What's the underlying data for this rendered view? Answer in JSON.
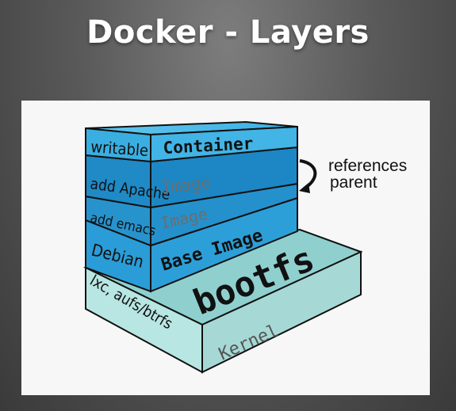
{
  "slide": {
    "title": "Docker - Layers"
  },
  "diagram": {
    "layers": [
      {
        "side_label": "writable",
        "front_label": "Container"
      },
      {
        "side_label": "add Apache",
        "front_label": "Image"
      },
      {
        "side_label": "add emacs",
        "front_label": "Image"
      },
      {
        "side_label": "Debian",
        "front_label": "Base Image"
      }
    ],
    "base": {
      "side_label": "lxc, aufs/btrfs",
      "top_label": "bootfs",
      "front_label": "Kernel"
    },
    "annotation": {
      "line1": "references",
      "line2": "parent"
    },
    "colors": {
      "container": "#3aaee0",
      "image": "#1f8fca",
      "base_image": "#2b9bd6",
      "kernel": "#a9dcd9"
    }
  }
}
